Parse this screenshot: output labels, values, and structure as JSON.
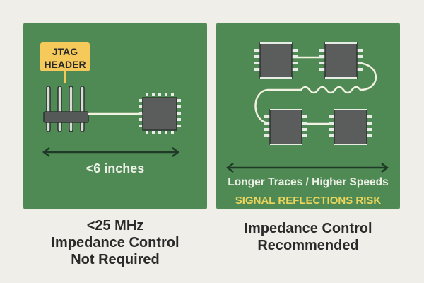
{
  "left_panel": {
    "label_line1": "JTAG",
    "label_line2": "HEADER",
    "distance": "<6 inches",
    "caption_line1": "<25 MHz",
    "caption_line2": "Impedance Control",
    "caption_line3": "Not Required"
  },
  "right_panel": {
    "distance": "Longer Traces / Higher Speeds",
    "warning": "SIGNAL REFLECTIONS RISK",
    "caption_line1": "Impedance Control",
    "caption_line2": "Recommended"
  },
  "colors": {
    "pcb": "#4f8a55",
    "chip": "#5a5d5c",
    "trace": "#f3f1e2",
    "label": "#f5c95a",
    "warning": "#ecd65c",
    "caption": "#2a2a2a"
  }
}
